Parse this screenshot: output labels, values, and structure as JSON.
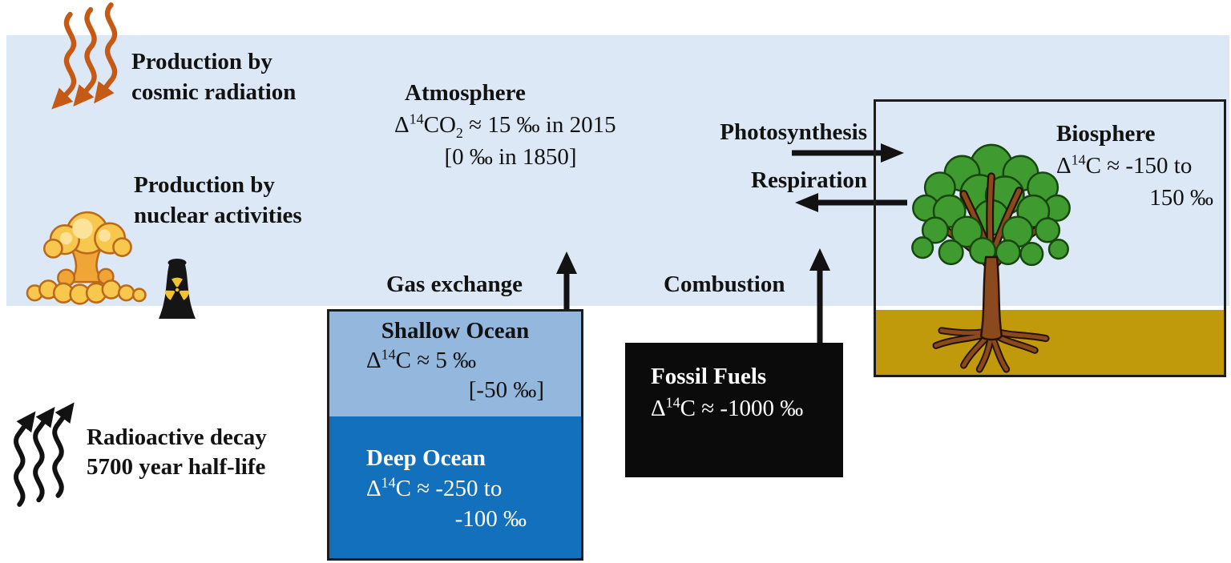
{
  "palette": {
    "atmosphere_blue": "#dce8f5",
    "shallow_blue": "#94b7dd",
    "deep_blue": "#1270bd",
    "soil_gold": "#c19a0c",
    "box_border": "#1c1c1c",
    "fossil_black": "#0b0b0b",
    "orange": "#c45a15",
    "ink": "#121212",
    "foliage": "#3f9b2f",
    "foliage_dark": "#17470f",
    "trunk": "#8a4a1d",
    "trunk_dark": "#241204",
    "cloud_yellow": "#f7c84d",
    "cloud_orange": "#f0a637",
    "cloud_outline": "#ba6a1a",
    "trefoil_yellow": "#f2c22e"
  },
  "icons": {
    "cosmic_rays": "three orange wavy arrows pointing down",
    "nuclear_explosion": "cartoon mushroom cloud",
    "nuclear_plant": "black cooling tower with radiation trefoil",
    "radioactive_decay": "three black wavy arrows pointing up",
    "tree": "tree with green crown and roots in soil",
    "gas_exchange_arrow": "double-headed vertical arrow",
    "combustion_arrow": "upward arrow",
    "photosynthesis_arrow": "rightward arrow",
    "respiration_arrow": "leftward arrow"
  },
  "labels": {
    "cosmic_production": {
      "line1": "Production by",
      "line2": "cosmic radiation"
    },
    "nuclear_production": {
      "line1": "Production by",
      "line2": "nuclear activities"
    },
    "radioactive_decay": {
      "line1": "Radioactive decay",
      "line2": "5700 year half-life"
    },
    "gas_exchange": "Gas exchange",
    "photosynthesis": "Photosynthesis",
    "respiration": "Respiration",
    "combustion": "Combustion"
  },
  "atmosphere": {
    "title": "Atmosphere",
    "formula": {
      "delta": "Δ",
      "isotope": "14",
      "species": "CO",
      "subscript": "2",
      "value": " ≈ 15 ‰ in 2015"
    },
    "historic": "[0 ‰ in 1850]"
  },
  "biosphere": {
    "title": "Biosphere",
    "formula": {
      "delta": "Δ",
      "isotope": "14",
      "species": "C",
      "value": " ≈ -150 to"
    },
    "value_cont": "150 ‰"
  },
  "shallow_ocean": {
    "title": "Shallow Ocean",
    "formula": {
      "delta": "Δ",
      "isotope": "14",
      "species": "C",
      "value": " ≈ 5 ‰"
    },
    "historic": "[-50 ‰]"
  },
  "deep_ocean": {
    "title": "Deep Ocean",
    "formula": {
      "delta": "Δ",
      "isotope": "14",
      "species": "C",
      "value": " ≈ -250 to"
    },
    "value_cont": "-100 ‰"
  },
  "fossil_fuels": {
    "title": "Fossil Fuels",
    "formula": {
      "delta": "Δ",
      "isotope": "14",
      "species": "C",
      "value": " ≈ -1000 ‰"
    }
  }
}
